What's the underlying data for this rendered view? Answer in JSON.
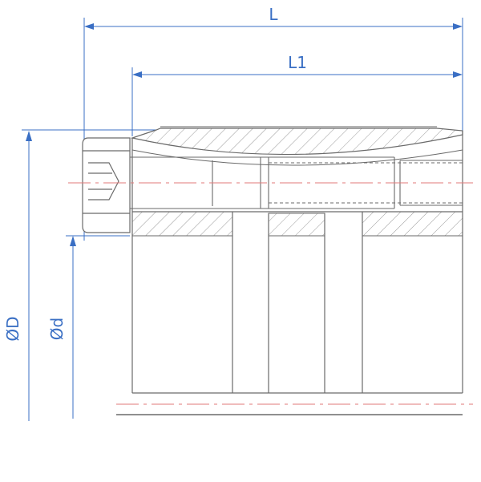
{
  "dimensions": {
    "overall_length": "L",
    "body_length": "L1",
    "outer_diameter": "ØD",
    "inner_diameter": "Ød"
  },
  "colors": {
    "dimension": "#3a6fc4",
    "outline": "#6a6a6a",
    "hatch": "#9a9a9a",
    "centerline": "#e07a7a"
  }
}
